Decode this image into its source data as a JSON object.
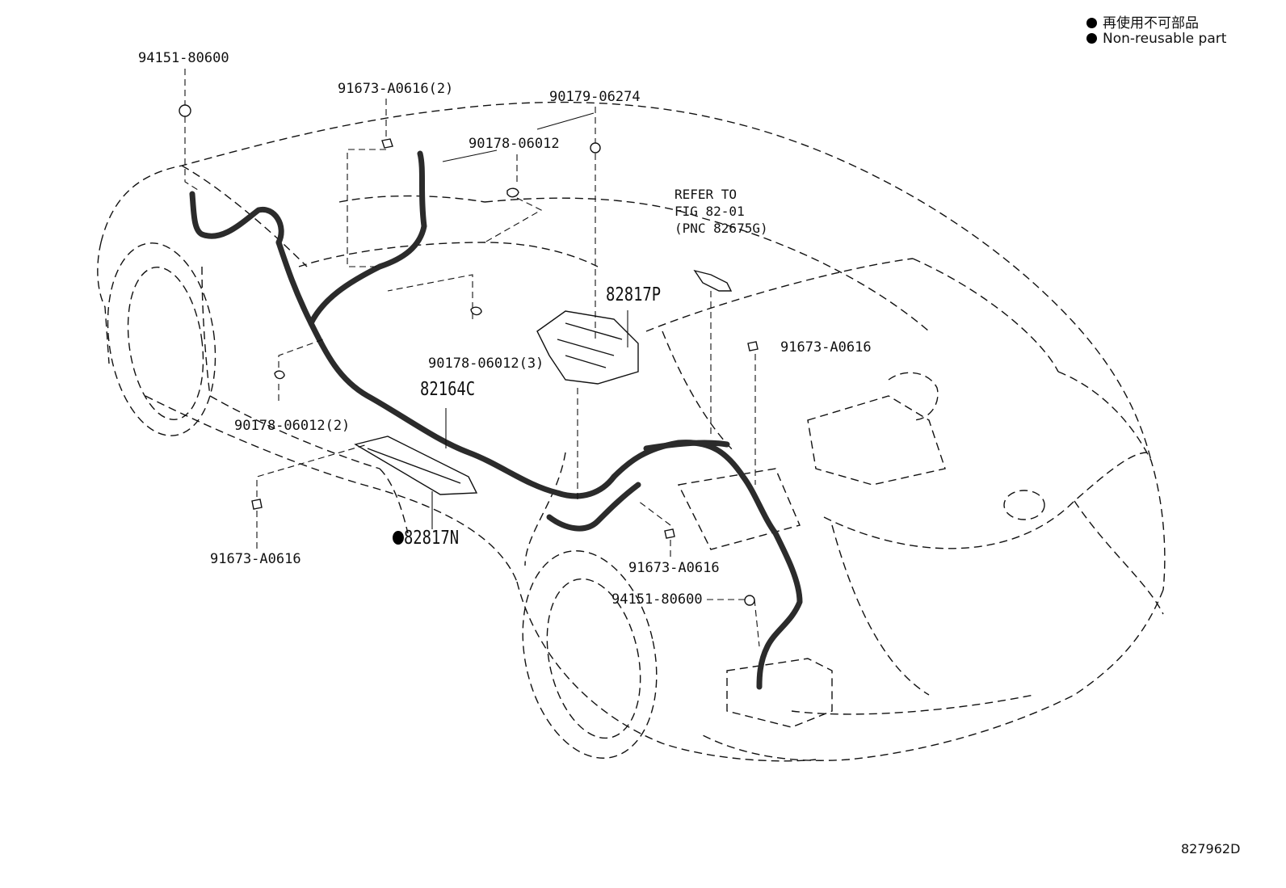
{
  "legend": {
    "line1": "再使用不可部品",
    "line2": "Non-reusable part"
  },
  "figure_code": "827962D",
  "refer_note": "REFER TO\nFIG 82-01\n(PNC 82675G)",
  "labels": {
    "p1": "94151-80600",
    "p2": "91673-A0616(2)",
    "p3": "90179-06274",
    "p4": "90178-06012",
    "p5": "82817P",
    "p6": "90178-06012(3)",
    "p7": "82164C",
    "p8": "91673-A0616",
    "p9": "90178-06012(2)",
    "p10": "91673-A0616",
    "p11": "82817N",
    "p12": "91673-A0616",
    "p13": "94151-80600"
  },
  "colors": {
    "ink": "#111111",
    "harness": "#3a3a3a",
    "background": "#ffffff"
  }
}
